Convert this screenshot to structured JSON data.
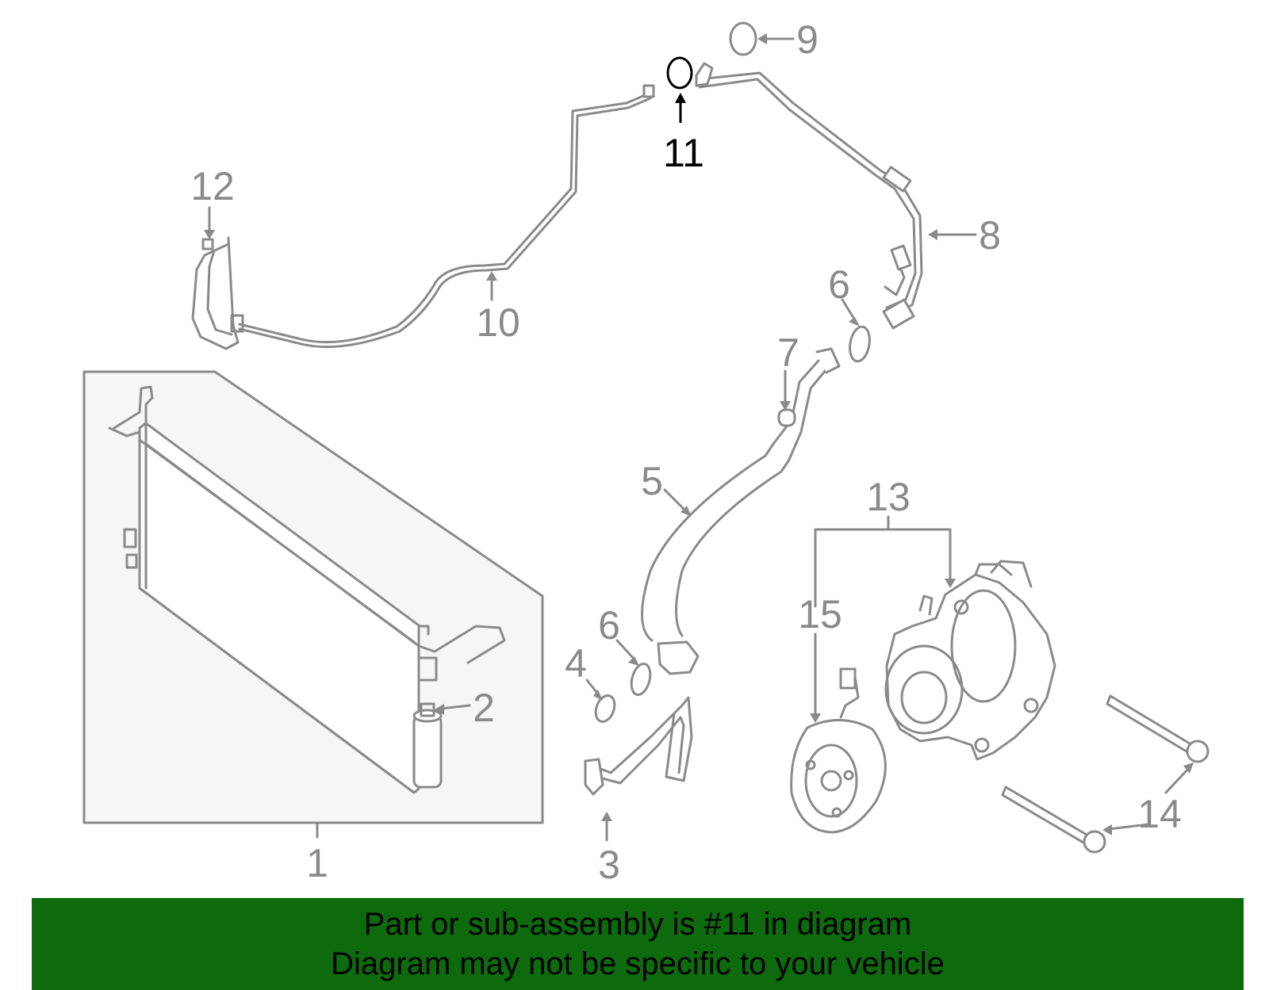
{
  "diagram": {
    "callouts": {
      "c1": "1",
      "c2": "2",
      "c3": "3",
      "c4": "4",
      "c5": "5",
      "c6a": "6",
      "c6b": "6",
      "c7": "7",
      "c8": "8",
      "c9": "9",
      "c10": "10",
      "c11": "11",
      "c12": "12",
      "c13": "13",
      "c14": "14",
      "c15": "15"
    },
    "highlighted_part": "11"
  },
  "banner": {
    "line1": "Part or sub-assembly is #11 in diagram",
    "line2": "Diagram may not be specific to your vehicle",
    "background": "#0d6a0d"
  },
  "colors": {
    "line": "#8a8a8a",
    "highlight": "#000000",
    "panel": "#f6f6f6"
  }
}
